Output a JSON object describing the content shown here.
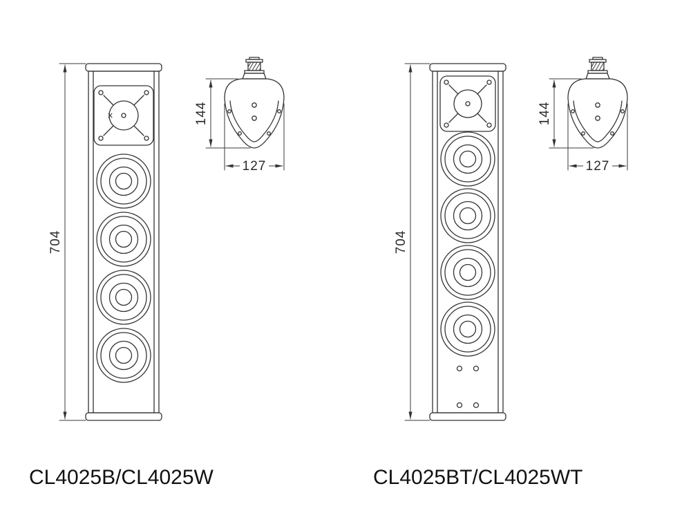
{
  "drawing": {
    "left_unit": {
      "label": "CL4025B/CL4025W",
      "height_dim": "704",
      "side_height_dim": "144",
      "side_width_dim": "127"
    },
    "right_unit": {
      "label": "CL4025BT/CL4025WT",
      "height_dim": "704",
      "side_height_dim": "144",
      "side_width_dim": "127"
    }
  }
}
